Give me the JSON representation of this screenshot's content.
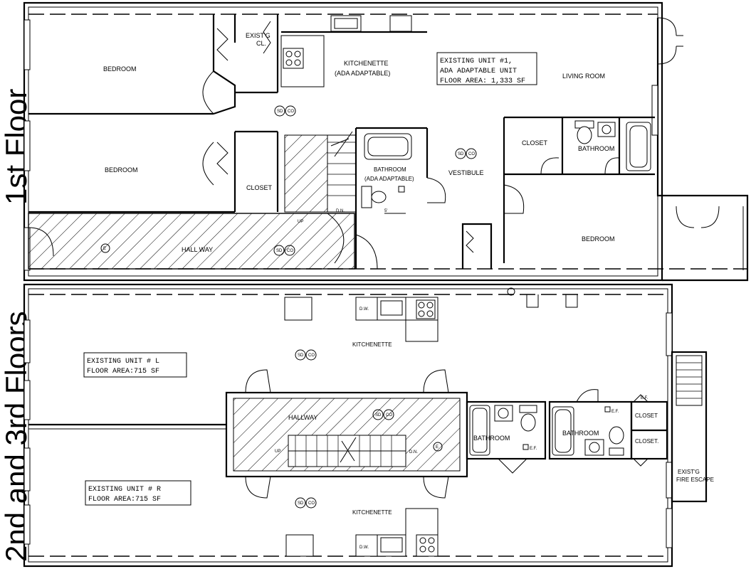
{
  "side_labels": {
    "first_floor": "1st Floor",
    "upper_floors": "2nd and 3rd Floors"
  },
  "first_floor": {
    "rooms": {
      "bedroom_top": "BEDROOM",
      "bedroom_mid": "BEDROOM",
      "existg_closet_line1": "EXIST'G",
      "existg_closet_line2": "CL.",
      "kitchenette_line1": "KITCHENETTE",
      "kitchenette_line2": "(ADA ADAPTABLE)",
      "living_room": "LIVING ROOM",
      "closet_left": "CLOSET",
      "bathroom_line1": "BATHROOM",
      "bathroom_line2": "(ADA ADAPTABLE)",
      "vestibule": "VESTIBULE",
      "closet_right": "CLOSET",
      "bathroom_right": "BATHROOM",
      "bedroom_right": "BEDROOM",
      "hallway": "HALL WAY",
      "up": "UP",
      "down": "D.N.",
      "dim": "5'"
    },
    "unit_box": {
      "line1": "EXISTING UNIT #1,",
      "line2": "ADA ADAPTABLE UNIT",
      "line3": "FLOOR AREA: 1,333 SF"
    }
  },
  "upper_floors": {
    "unit_l": {
      "line1": "EXISTING UNIT # L",
      "line2": "FLOOR AREA:715 SF"
    },
    "unit_r": {
      "line1": "EXISTING UNIT # R",
      "line2": "FLOOR AREA:715 SF"
    },
    "rooms": {
      "kitchenette_top": "KITCHENETTE",
      "kitchenette_bottom": "KITCHENETTE",
      "hallway": "HALLWAY",
      "bathroom_left": "BATHROOM",
      "bathroom_right": "BATHROOM",
      "closet_top": "CLOSET",
      "closet_bottom": "CLOSET.",
      "fire_escape_line1": "EXIST'G",
      "fire_escape_line2": "FIRE ESCAPE",
      "up": "UP",
      "down": "D.N.",
      "ef_left": "E.F.",
      "ef_right": "E.F.",
      "ef_top": "E.F.",
      "dw_top": "D.W.",
      "dw_bottom": "D.W."
    }
  },
  "symbols": {
    "smoke_detector": "SD",
    "co_detector": "CO",
    "exit_sign": "E"
  },
  "colors": {
    "line": "#000000",
    "background": "#ffffff"
  }
}
